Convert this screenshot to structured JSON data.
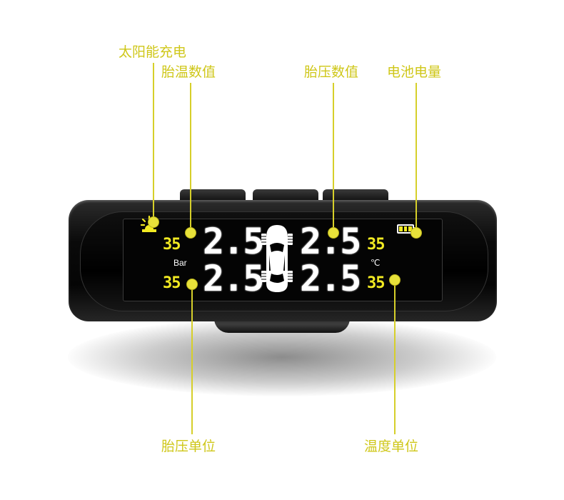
{
  "callouts": {
    "solar": "太阳能充电",
    "tire_temp_value": "胎温数值",
    "tire_pressure_value": "胎压数值",
    "battery_level": "电池电量",
    "pressure_unit": "胎压单位",
    "temperature_unit": "温度单位"
  },
  "display": {
    "pressure_front_left": "2.5",
    "pressure_front_right": "2.5",
    "pressure_rear_left": "2.5",
    "pressure_rear_right": "2.5",
    "temp_front_left": "35",
    "temp_front_right": "35",
    "temp_rear_left": "35",
    "temp_rear_right": "35",
    "pressure_unit_label": "Bar",
    "temp_unit_label": "℃"
  },
  "colors": {
    "callout": "#cfc719",
    "lcd_digits": "#ffffff",
    "lcd_temp": "#f2ea22"
  },
  "icons": [
    "sun-icon",
    "car-icon",
    "battery-icon"
  ]
}
